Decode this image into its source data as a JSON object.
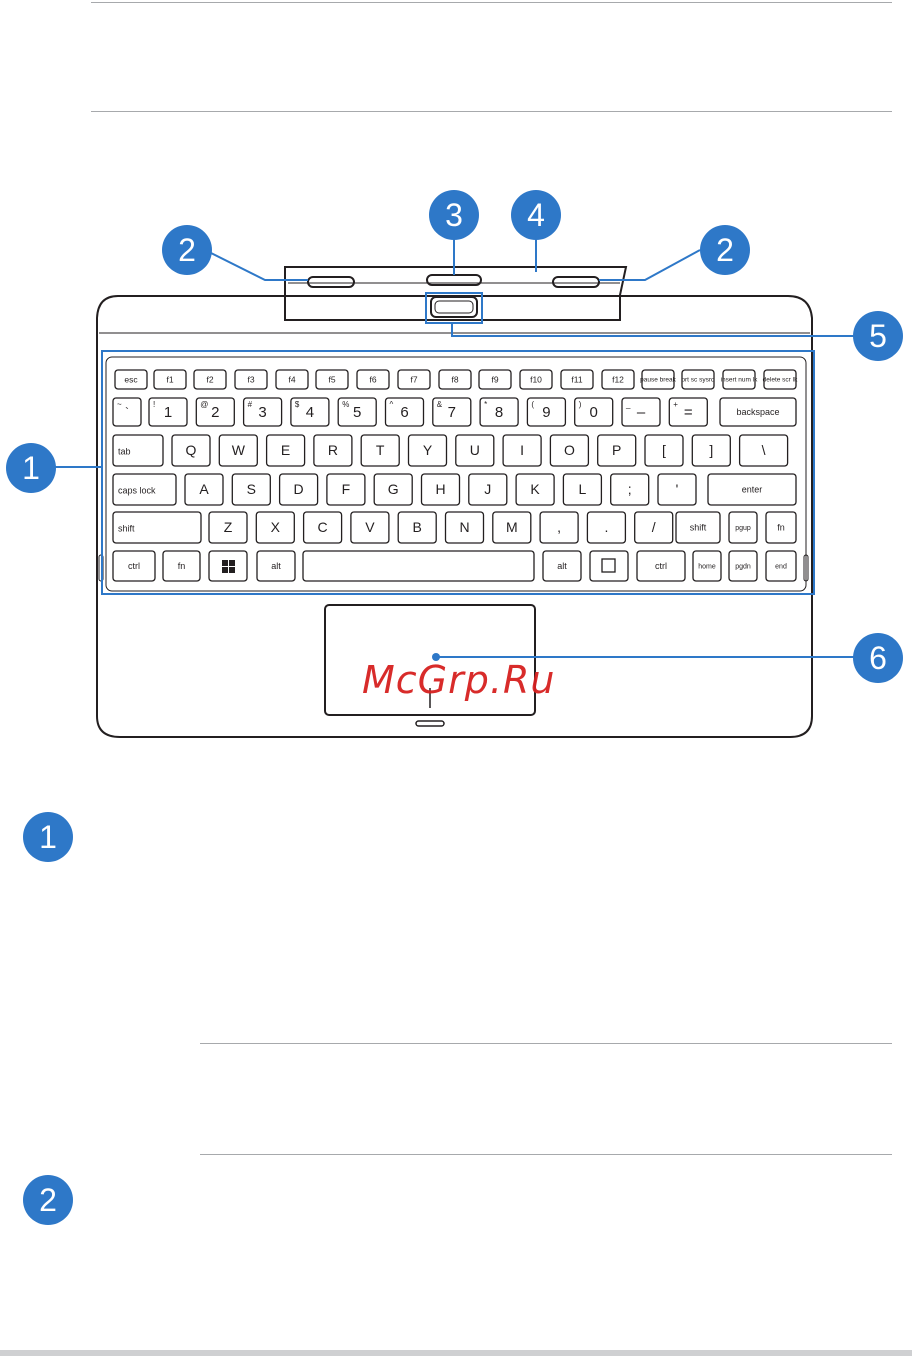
{
  "callouts": {
    "keyboard": "1",
    "hinge_left": "2",
    "hinge_right": "2",
    "dock_center": "3",
    "mic": "4",
    "latch": "5",
    "touchpad": "6"
  },
  "legend": {
    "item1_number": "1",
    "item2_number": "2"
  },
  "watermark": "McGrp.Ru",
  "keyboard": {
    "row_fn": [
      "esc",
      "f1",
      "f2",
      "f3",
      "f4",
      "f5",
      "f6",
      "f7",
      "f8",
      "f9",
      "f10",
      "f11",
      "f12",
      "pause break",
      "prt sc sysrq",
      "insert num lk",
      "delete scr lk"
    ],
    "row_num_main": [
      "1",
      "2",
      "3",
      "4",
      "5",
      "6",
      "7",
      "8",
      "9",
      "0",
      "–",
      "="
    ],
    "row_num_shift": [
      "!",
      "@",
      "#",
      "$",
      "%",
      "^",
      "&",
      "*",
      "(",
      ")",
      "_",
      "+"
    ],
    "backspace": "backspace",
    "tab": "tab",
    "row_q": [
      "Q",
      "W",
      "E",
      "R",
      "T",
      "Y",
      "U",
      "I",
      "O",
      "P",
      "[",
      "]",
      "\\"
    ],
    "caps": "caps lock",
    "row_a": [
      "A",
      "S",
      "D",
      "F",
      "G",
      "H",
      "J",
      "K",
      "L",
      ";",
      "'"
    ],
    "enter": "enter",
    "shift": "shift",
    "row_z": [
      "Z",
      "X",
      "C",
      "V",
      "B",
      "N",
      "M",
      ",",
      ".",
      "/"
    ],
    "shift_r": "shift",
    "fn_r": "fn",
    "ctrl": "ctrl",
    "fn": "fn",
    "alt": "alt",
    "alt_r": "alt",
    "ctrl_r": "ctrl",
    "pgup": "pgup",
    "pgdn": "pgdn",
    "home": "home",
    "end": "end",
    "tilde_top": "~",
    "tilde_bottom": "`"
  },
  "colors": {
    "accent": "#2e78c8",
    "line": "#231f20",
    "rule": "#a7a9ac",
    "watermark": "#d6201f"
  }
}
